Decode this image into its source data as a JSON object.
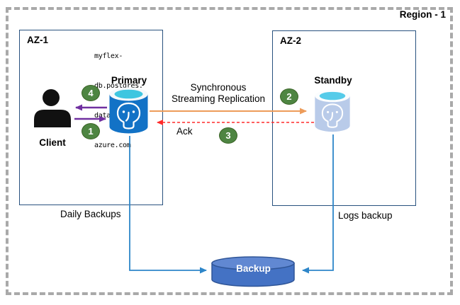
{
  "region": {
    "label": "Region - 1"
  },
  "zones": [
    {
      "label": "AZ-1"
    },
    {
      "label": "AZ-2"
    }
  ],
  "nodes": {
    "client": {
      "label": "Client"
    },
    "primary": {
      "label": "Primary",
      "fqdn_lines": [
        "myflex-",
        "db.postgres.",
        "database.",
        "azure.com"
      ]
    },
    "standby": {
      "label": "Standby"
    },
    "backup": {
      "label": "Backup"
    }
  },
  "edges": {
    "replication": {
      "label_line1": "Synchronous",
      "label_line2": "Streaming Replication"
    },
    "ack": {
      "label": "Ack"
    },
    "daily_backups": {
      "label": "Daily Backups"
    },
    "logs_backup": {
      "label": "Logs backup"
    }
  },
  "steps": [
    "1",
    "2",
    "3",
    "4"
  ],
  "colors": {
    "region_dash": "#A9A9A9",
    "az_border": "#28517E",
    "client_silhouette": "#111111",
    "primary_db_body": "#1272C6",
    "standby_db_body": "#B9CBE9",
    "db_top_cyan": "#3EC6E0",
    "standby_top_cyan": "#55CBE9",
    "backup_fill": "#4472C4",
    "backup_top": "#6188D2",
    "backup_border": "#2F5597",
    "request_response_purple": "#7030A0",
    "replication_orange": "#ED9C5A",
    "ack_red": "#FF2B2B",
    "backup_line_blue": "#2E86C9",
    "step_badge_green": "#4E8542",
    "step_badge_border": "#3A6426"
  }
}
